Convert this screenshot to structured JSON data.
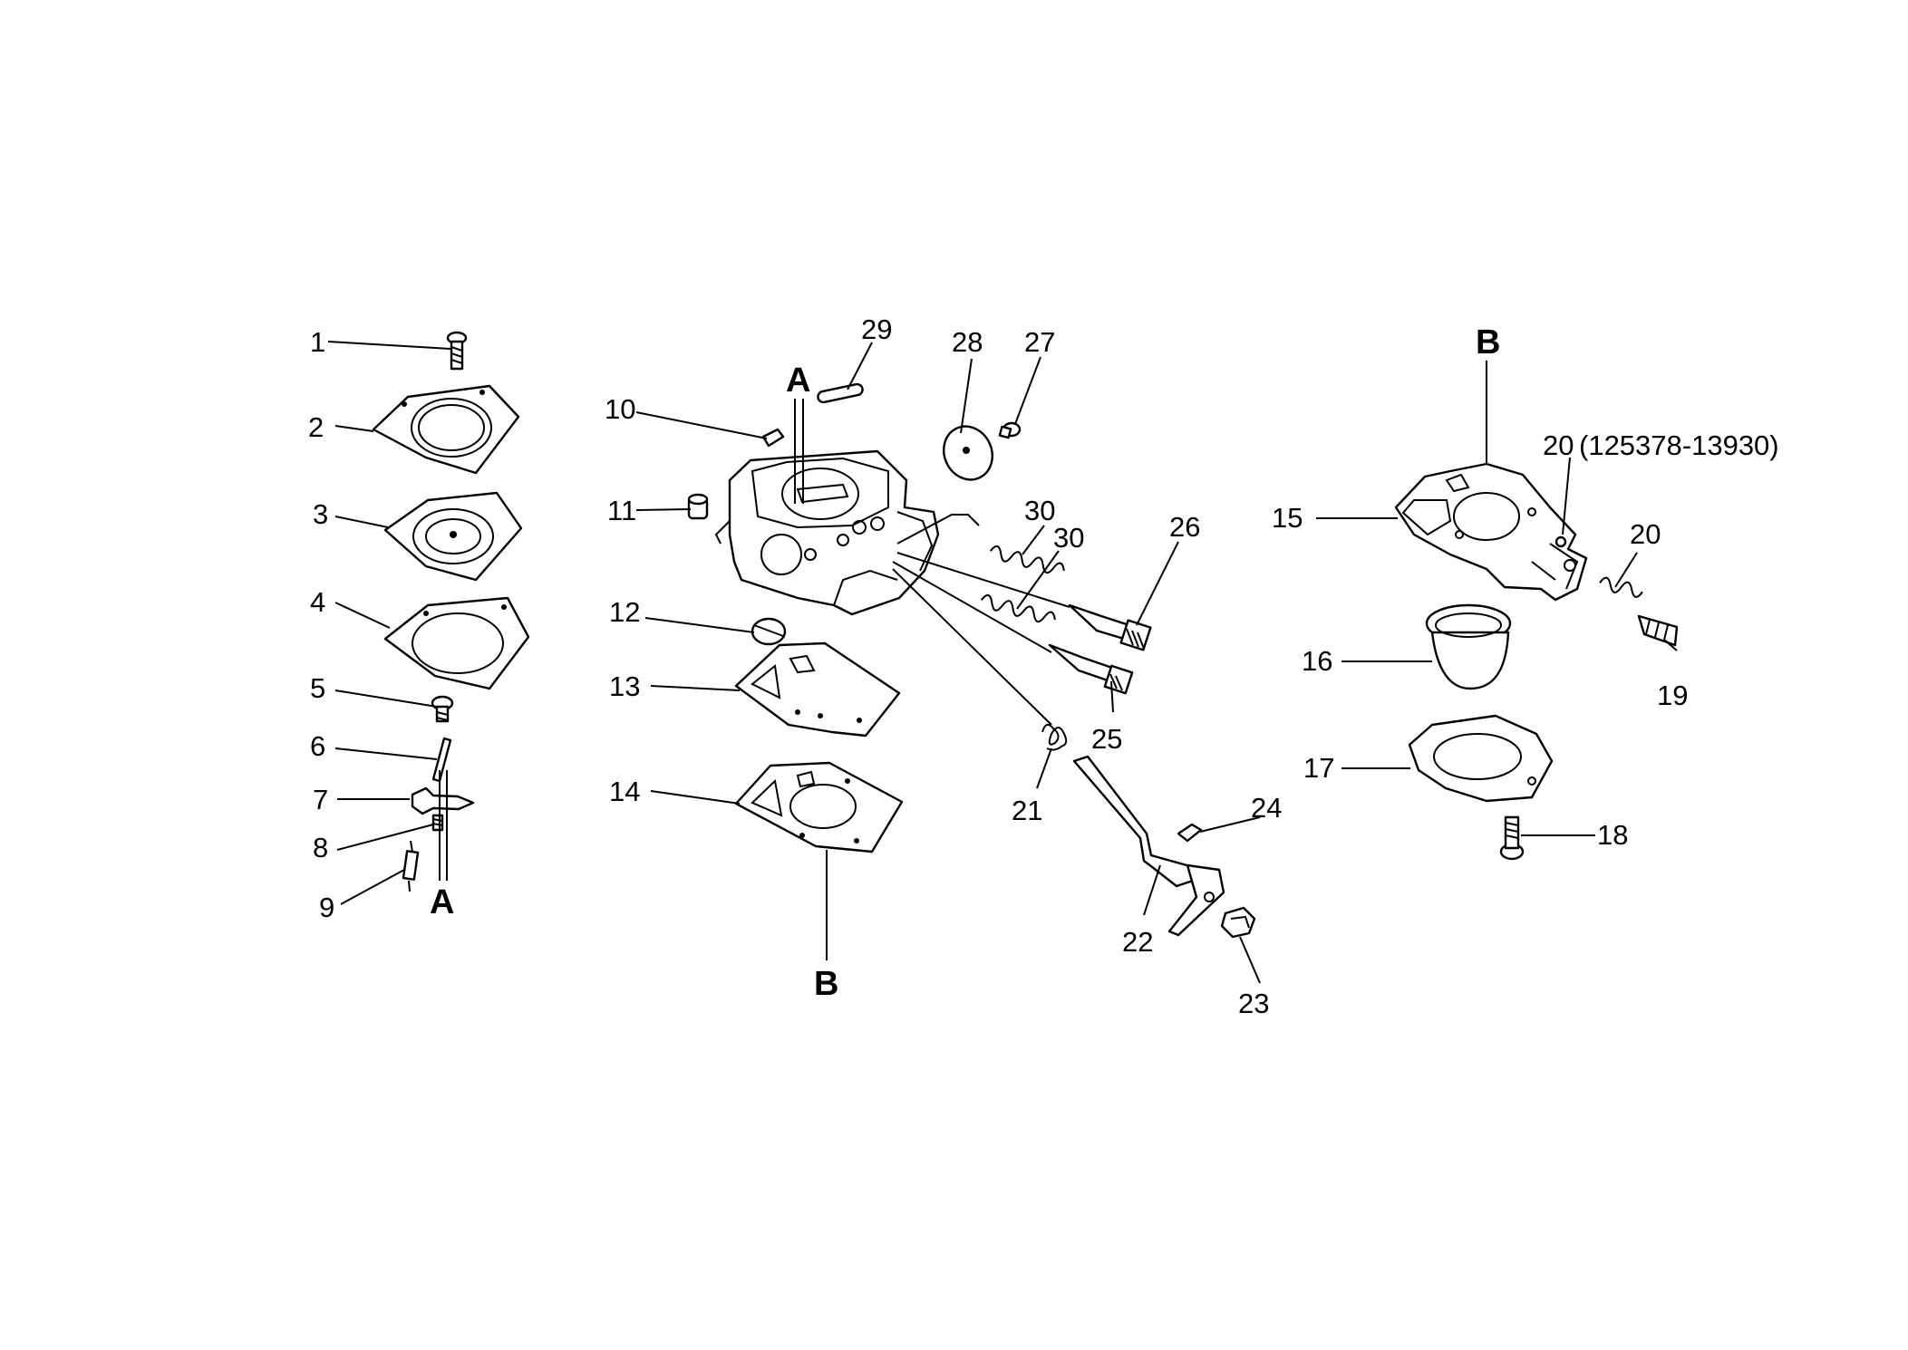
{
  "callouts": {
    "c1": "1",
    "c2": "2",
    "c3": "3",
    "c4": "4",
    "c5": "5",
    "c6": "6",
    "c7": "7",
    "c8": "8",
    "c9": "9",
    "c10": "10",
    "c11": "11",
    "c12": "12",
    "c13": "13",
    "c14": "14",
    "c15": "15",
    "c16": "16",
    "c17": "17",
    "c18": "18",
    "c19": "19",
    "c20a": "20",
    "c20b": "20",
    "c21": "21",
    "c22": "22",
    "c23": "23",
    "c24": "24",
    "c25": "25",
    "c26": "26",
    "c27": "27",
    "c28": "28",
    "c29": "29",
    "c30a": "30",
    "c30b": "30"
  },
  "part_number_note": "(125378-13930)",
  "reference_marks": {
    "a_left": "A",
    "a_body": "A",
    "b_gasket": "B",
    "b_pump": "B"
  }
}
